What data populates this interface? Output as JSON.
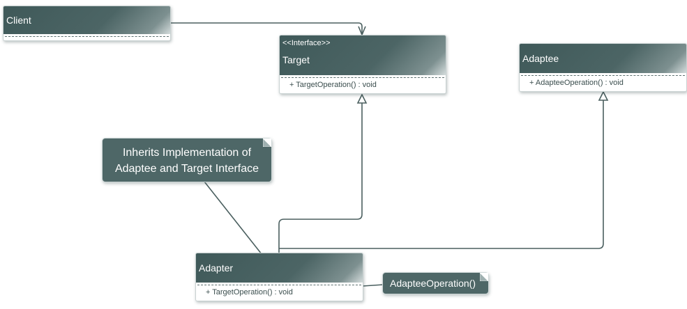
{
  "classes": {
    "client": {
      "name": "Client"
    },
    "target": {
      "stereotype": "<<Interface>>",
      "name": "Target",
      "operation": "+ TargetOperation() : void"
    },
    "adaptee": {
      "name": "Adaptee",
      "operation": "+ AdapteeOperation() : void"
    },
    "adapter": {
      "name": "Adapter",
      "operation": "+ TargetOperation() : void"
    }
  },
  "notes": {
    "inherits": {
      "line1": "Inherits Implementation of",
      "line2": "Adaptee and Target Interface"
    },
    "adaptee_op": {
      "text": "AdapteeOperation()"
    }
  },
  "colors": {
    "header": "#4c6565",
    "connector": "#4a5f5f",
    "note_fill": "#4e6767"
  }
}
